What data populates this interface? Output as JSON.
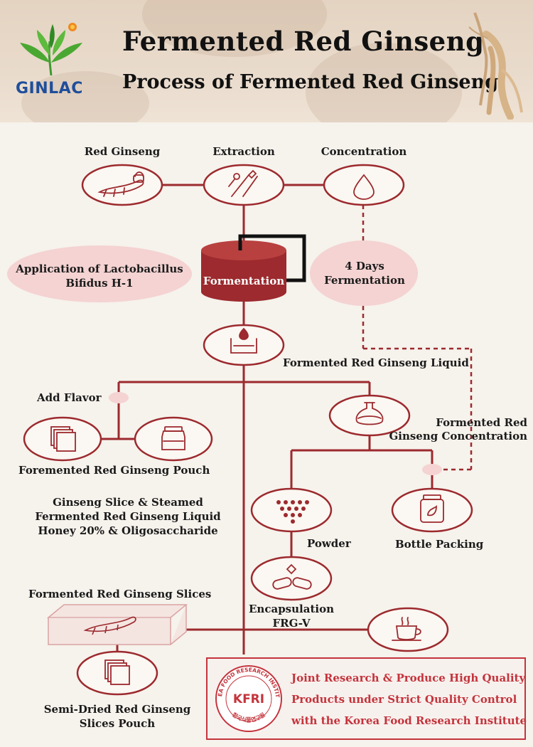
{
  "header": {
    "title": "Fermented Red Ginseng",
    "subtitle": "Process of Fermented Red Ginseng",
    "logo": "GINLAC"
  },
  "steps": {
    "red_ginseng": "Red Ginseng",
    "extraction": "Extraction",
    "concentration": "Concentration",
    "lacto_1": "Application of Lactobacillus",
    "lacto_2": "Bifidus H-1",
    "fermentation": "Formentation",
    "days_1": "4 Days",
    "days_2": "Fermentation",
    "liquid": "Formented Red Ginseng Liquid",
    "add_flavor": "Add Flavor",
    "concentrate_1": "Formented Red",
    "concentrate_2": "Ginseng Concentration",
    "pouch": "Foremented Red Ginseng Pouch",
    "slice_note_1": "Ginseng Slice & Steamed",
    "slice_note_2": "Fermented Red Ginseng Liquid",
    "slice_note_3": "Honey 20% & Oligosaccharide",
    "powder": "Powder",
    "bottle": "Bottle Packing",
    "slices": "Formented Red Ginseng Slices",
    "encap_1": "Encapsulation",
    "encap_2": "FRG-V",
    "semi_1": "Semi-Dried Red Ginseng",
    "semi_2": "Slices Pouch"
  },
  "kfri": {
    "logo": "KFRI",
    "ring_text": "KOREA FOOD RESEARCH INSTITUTE",
    "korean": "한국식품연구원",
    "line1": "Joint Research & Produce High Quality",
    "line2": "Products under Strict Quality Control",
    "line3": "with the Korea Food Research Institute"
  },
  "colors": {
    "accent": "#9c2a2e",
    "pink": "#f4d3d2",
    "kfri_red": "#c4343c",
    "logo_blue": "#1f4e9b",
    "logo_green": "#3e9a2e"
  },
  "icons": [
    "ginseng-root-icon",
    "extraction-tools-icon",
    "drop-icon",
    "fermentation-vat-icon",
    "liquid-bowl-icon",
    "stacked-squares-icon",
    "jar-icon",
    "flask-icon",
    "powder-dots-icon",
    "bottle-icon",
    "capsule-icon",
    "coffee-cup-icon"
  ]
}
